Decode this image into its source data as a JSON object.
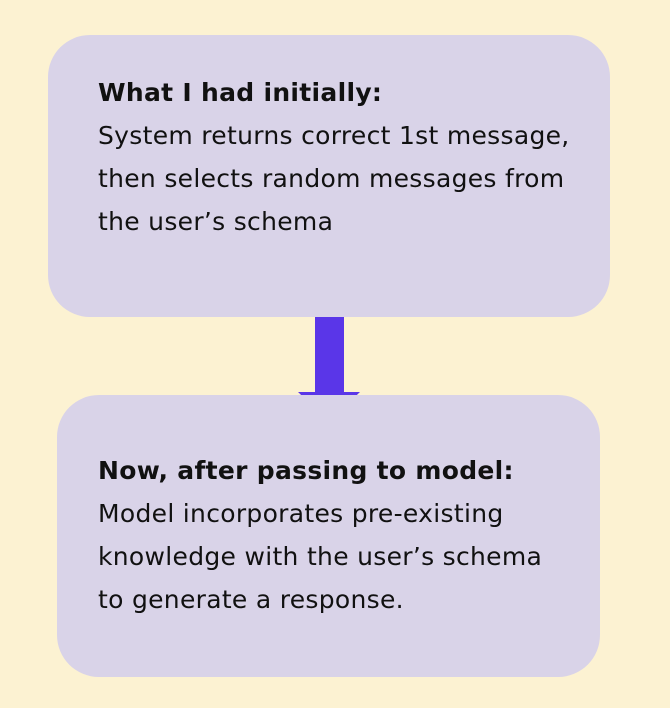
{
  "flow": {
    "steps": [
      {
        "title": "What I had initially:",
        "body": "System returns correct 1st message, then selects random messages from the user’s schema"
      },
      {
        "title": "Now, after passing to model:",
        "body": "Model incorporates pre-existing knowledge with the user’s schema to generate a response."
      }
    ]
  },
  "colors": {
    "background": "#fcf2d2",
    "box": "#d9d3e8",
    "arrow": "#5a36e8",
    "text": "#111111"
  }
}
